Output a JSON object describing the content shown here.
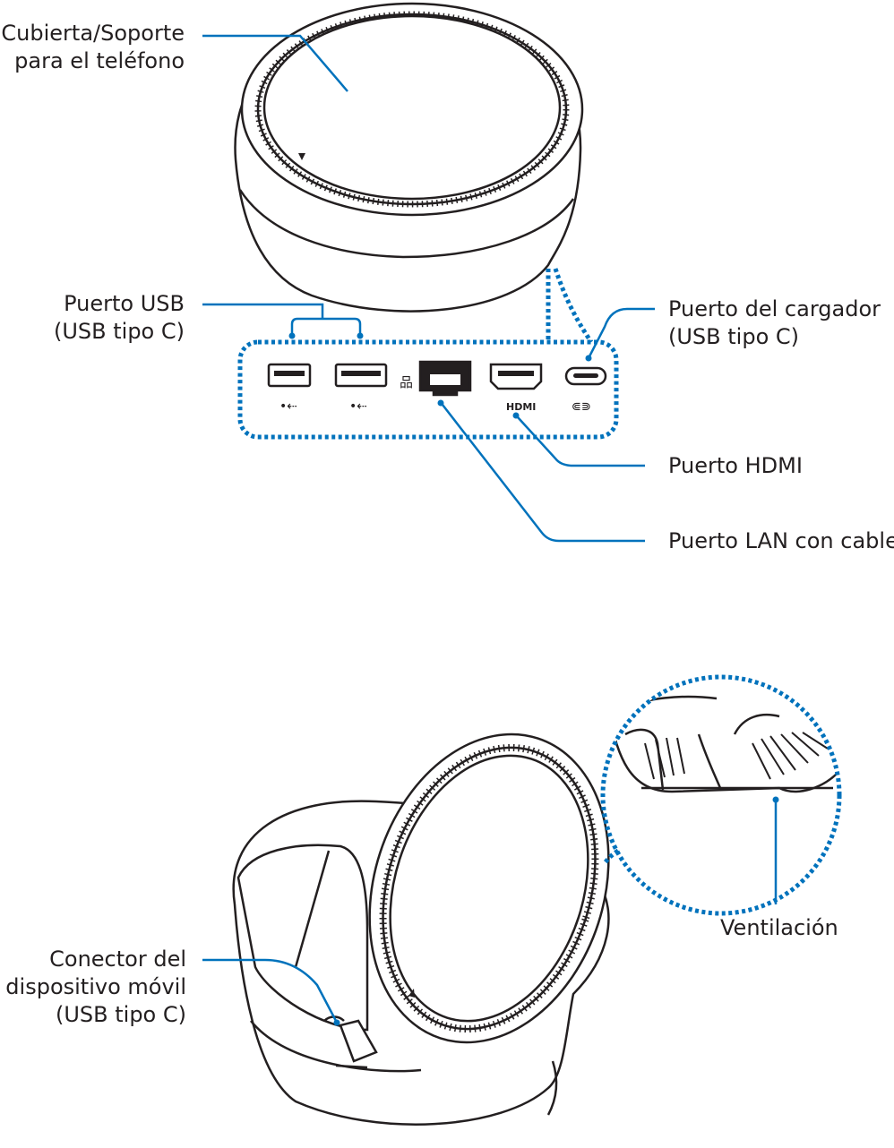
{
  "labels": {
    "cover_support": [
      "Cubierta/Soporte",
      "para el teléfono"
    ],
    "usb_port": [
      "Puerto USB",
      "(USB tipo C)"
    ],
    "charger_port": [
      "Puerto del cargador",
      "(USB tipo C)"
    ],
    "hdmi_port": [
      "Puerto HDMI"
    ],
    "lan_port": [
      "Puerto LAN con cable"
    ],
    "ventilation": [
      "Ventilación"
    ],
    "mobile_connector": [
      "Conector del",
      "dispositivo móvil",
      "(USB tipo C)"
    ]
  },
  "port_marks": {
    "hdmi": "HDMI"
  },
  "colors": {
    "leader_line": "#0072bc",
    "outline": "#231f20",
    "text": "#231f20",
    "fill": "#ffffff"
  }
}
